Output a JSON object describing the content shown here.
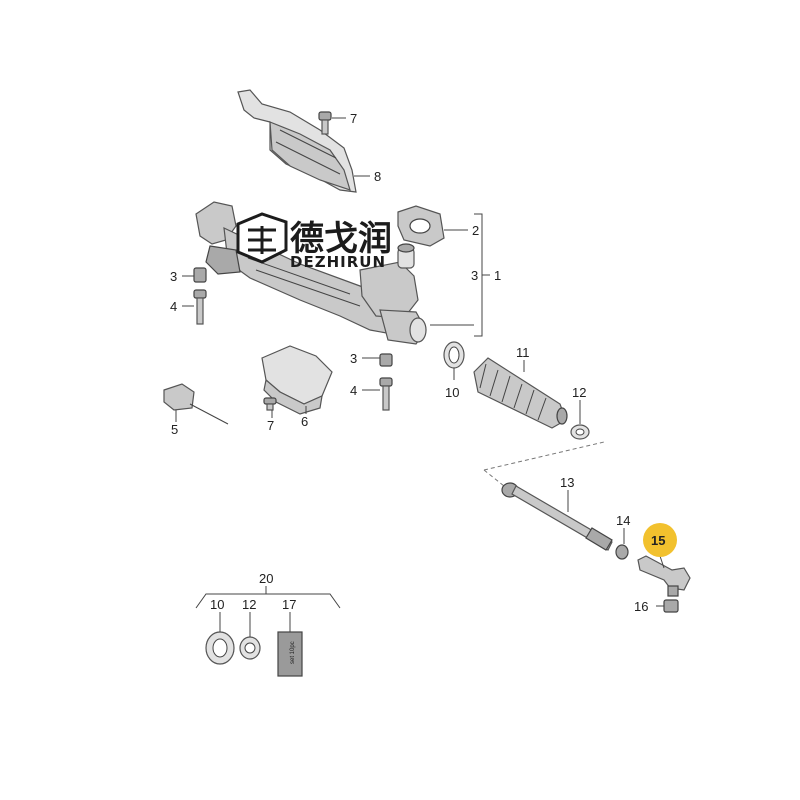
{
  "diagram": {
    "labels": {
      "p1": "1",
      "p2": "2",
      "p3a": "3",
      "p3b": "3",
      "p3c": "3",
      "p4a": "4",
      "p4b": "4",
      "p5": "5",
      "p6": "6",
      "p7a": "7",
      "p7b": "7",
      "p8": "8",
      "p10a": "10",
      "p10b": "10",
      "p11": "11",
      "p12a": "12",
      "p12b": "12",
      "p13": "13",
      "p14": "14",
      "p15": "15",
      "p16": "16",
      "p17": "17",
      "p20": "20"
    },
    "highlight_color": "#f2c12e",
    "kit_label": "set 10pc"
  },
  "watermark": {
    "chinese": "德戈润",
    "latin": "DEZHIRUN"
  }
}
